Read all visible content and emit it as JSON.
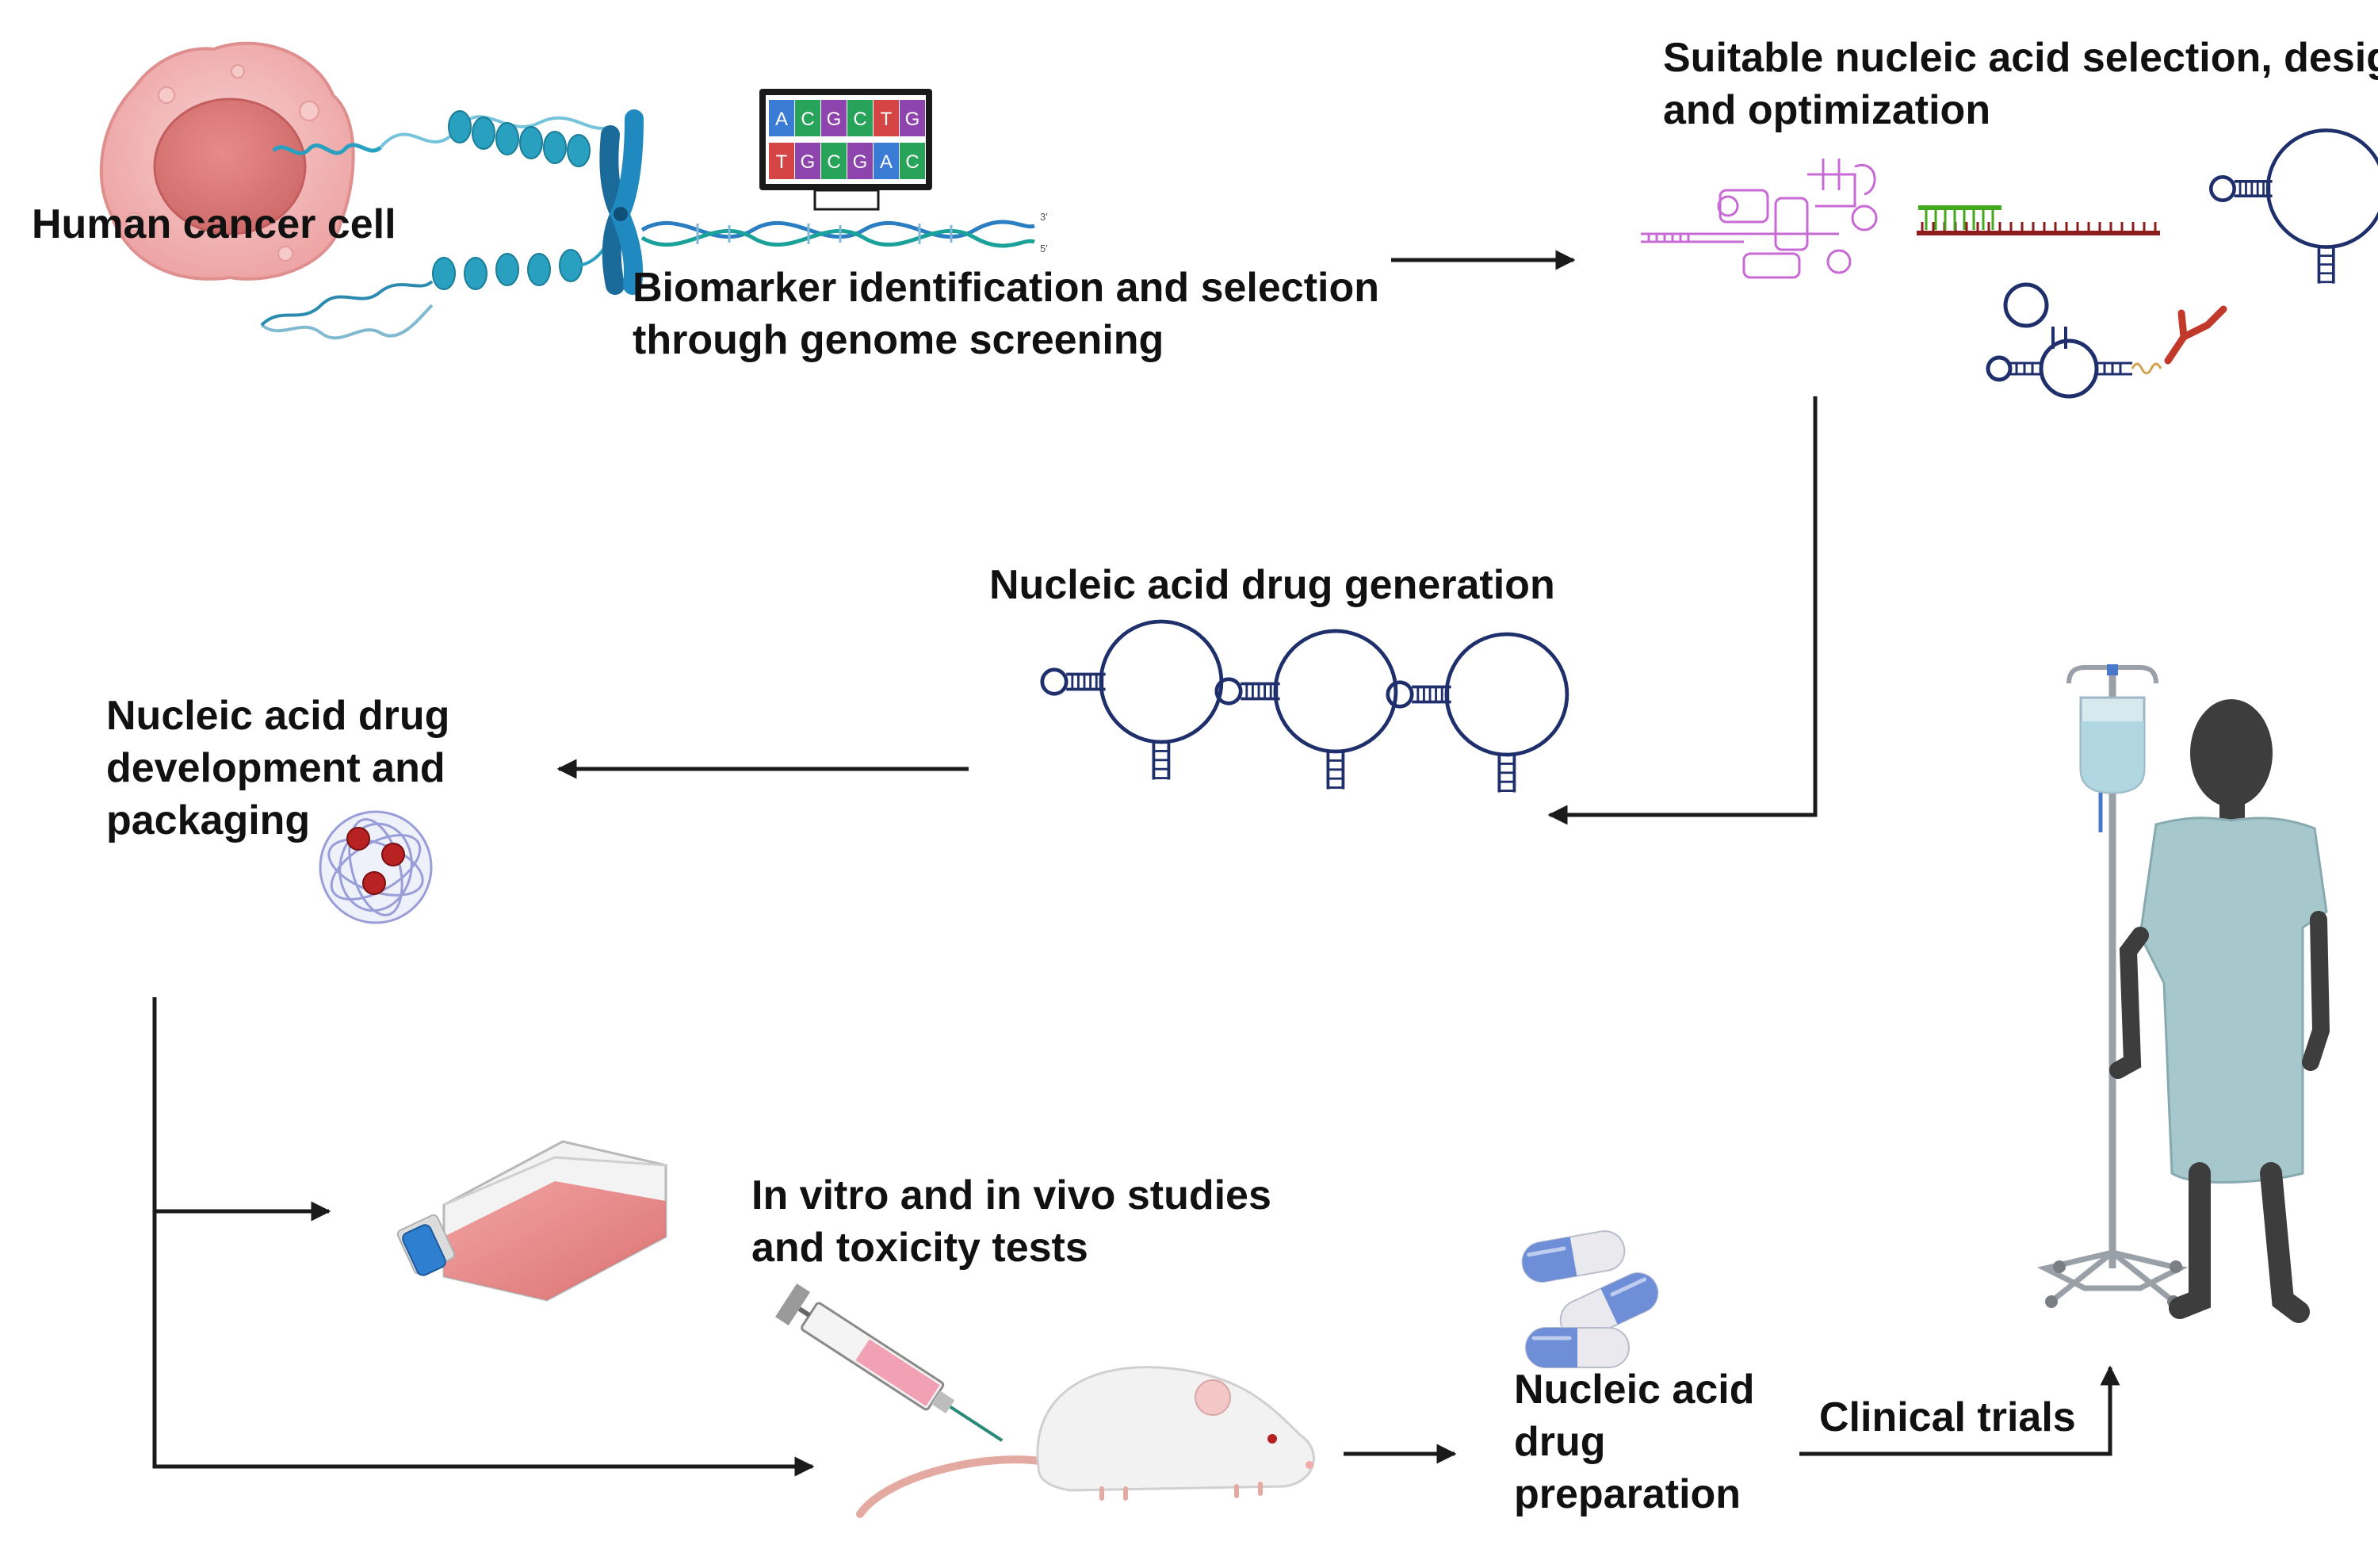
{
  "labels": {
    "cancer_cell": "Human cancer cell",
    "biomarker": [
      "Biomarker identification and selection",
      "through genome screening"
    ],
    "selection": [
      "Suitable nucleic acid selection, design",
      "and optimization"
    ],
    "generation": "Nucleic acid drug generation",
    "development": [
      "Nucleic acid drug",
      "development and",
      "packaging"
    ],
    "studies": [
      "In vitro and in vivo studies",
      "and toxicity tests"
    ],
    "preparation": [
      "Nucleic acid",
      "drug",
      "preparation"
    ],
    "clinical": "Clinical trials"
  },
  "screen_sequence": {
    "top": [
      "A",
      "C",
      "G",
      "C",
      "T",
      "G"
    ],
    "bottom": [
      "T",
      "G",
      "C",
      "G",
      "A",
      "C"
    ],
    "base_colors": {
      "A": "#3a7bd5",
      "C": "#27a35a",
      "G": "#8e44ad",
      "T": "#d64545"
    }
  },
  "dna_ends": [
    "3'",
    "5'"
  ],
  "colors": {
    "arrow": "#1a1a1a",
    "aptamer": "#1f2f6b",
    "cell": "#f2b8b8",
    "helix": "#2aa0c0",
    "rna_pink": "#c86ad6",
    "guide_green": "#44a81f",
    "guide_red": "#8e1c1c",
    "antibody": "#c0392b",
    "flask_media": "#e87a7a",
    "flask_cap": "#2f7fd0",
    "capsule_blue": "#6f8ed8",
    "gown": "#a6c8cc",
    "patient": "#3d3d3d"
  },
  "icons": [
    "cancer-cell-icon",
    "chromosome-icon",
    "dna-helix-icon",
    "genome-monitor-icon",
    "rna-structure-icon",
    "crispr-guide-icon",
    "aptamer-icon",
    "aptamer-antibody-conjugate-icon",
    "nanoparticle-icon",
    "cell-culture-flask-icon",
    "syringe-icon",
    "mouse-icon",
    "capsule-icon",
    "iv-stand-icon",
    "patient-icon"
  ]
}
